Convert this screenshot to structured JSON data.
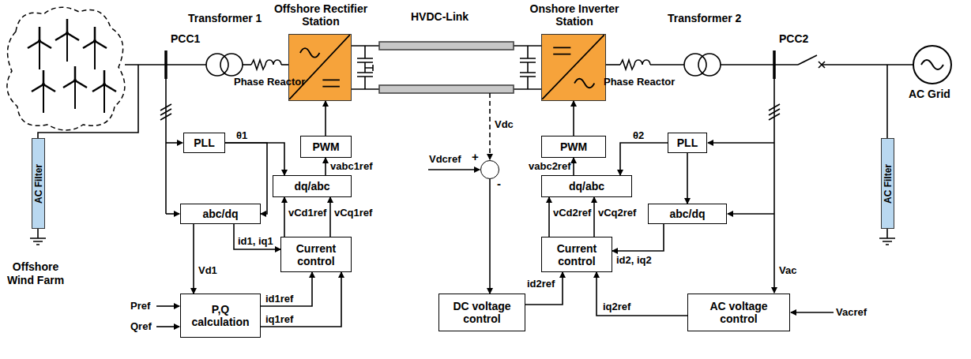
{
  "diagram": {
    "nodes": [
      {
        "text": [
          "Offshore Rectifier Station"
        ]
      },
      {
        "text": [
          "Onshore Inverter Station"
        ]
      },
      {
        "text": [
          "AC Filter"
        ]
      },
      {
        "text": [
          "PLL"
        ]
      },
      {
        "text": [
          "abc/dq"
        ]
      },
      {
        "text": [
          "dq/abc"
        ]
      },
      {
        "text": [
          "PWM"
        ]
      },
      {
        "text": [
          "Current control"
        ]
      },
      {
        "text": [
          "P,Q calculation"
        ]
      },
      {
        "text": [
          "PWM"
        ]
      },
      {
        "text": [
          "dq/abc"
        ]
      },
      {
        "text": [
          "PLL"
        ]
      },
      {
        "text": [
          "abc/dq"
        ]
      },
      {
        "text": [
          "Current control"
        ]
      },
      {
        "text": [
          "DC voltage control"
        ]
      },
      {
        "text": [
          "AC voltage control"
        ]
      },
      {
        "text": [
          "+",
          "-"
        ]
      },
      {
        "text": [
          "AC Filter"
        ]
      }
    ],
    "edges": [
      {
        "from": 3,
        "to": 5,
        "arrow": "to",
        "label": "θ1"
      },
      {
        "from": 3,
        "to": 4,
        "arrow": "to"
      },
      {
        "from": 5,
        "to": 6,
        "arrow": "to",
        "label": "vabc1ref"
      },
      {
        "from": 6,
        "to": 0,
        "arrow": "to"
      },
      {
        "from": 7,
        "to": 5,
        "arrow": "to",
        "label": "vCd1ref"
      },
      {
        "from": 7,
        "to": 5,
        "arrow": "to",
        "label": "vCq1ref"
      },
      {
        "from": 4,
        "to": 8,
        "arrow": "to",
        "label": "Vd1"
      },
      {
        "from": 4,
        "to": 7,
        "arrow": "to",
        "label": "id1, iq1"
      },
      {
        "from": 8,
        "to": 7,
        "arrow": "to",
        "label": "id1ref"
      },
      {
        "from": 8,
        "to": 7,
        "arrow": "to",
        "label": "iq1ref"
      },
      {
        "from": 10,
        "to": 9,
        "arrow": "to",
        "label": "vabc2ref"
      },
      {
        "from": 9,
        "to": 1,
        "arrow": "to"
      },
      {
        "from": 11,
        "to": 10,
        "arrow": "to",
        "label": "θ2"
      },
      {
        "from": 11,
        "to": 12,
        "arrow": "to"
      },
      {
        "from": 13,
        "to": 10,
        "arrow": "to",
        "label": "vCd2ref"
      },
      {
        "from": 13,
        "to": 10,
        "arrow": "to",
        "label": "vCq2ref"
      },
      {
        "from": 12,
        "to": 13,
        "arrow": "to",
        "label": "id2, iq2"
      },
      {
        "from": 14,
        "to": 13,
        "arrow": "to",
        "label": "id2ref"
      },
      {
        "from": 15,
        "to": 13,
        "arrow": "to",
        "label": "iq2ref"
      },
      {
        "from": 16,
        "to": 14,
        "arrow": "to"
      }
    ],
    "labels": [
      "Offshore Wind Farm",
      "PCC1",
      "Transformer 1",
      "Phase Reactor",
      "HVDC-Link",
      "Transformer 2",
      "Phase Reactor",
      "PCC2",
      "AC Grid",
      "Pref",
      "Qref",
      "Vdc",
      "Vdcref",
      "Vac",
      "Vacref"
    ]
  }
}
